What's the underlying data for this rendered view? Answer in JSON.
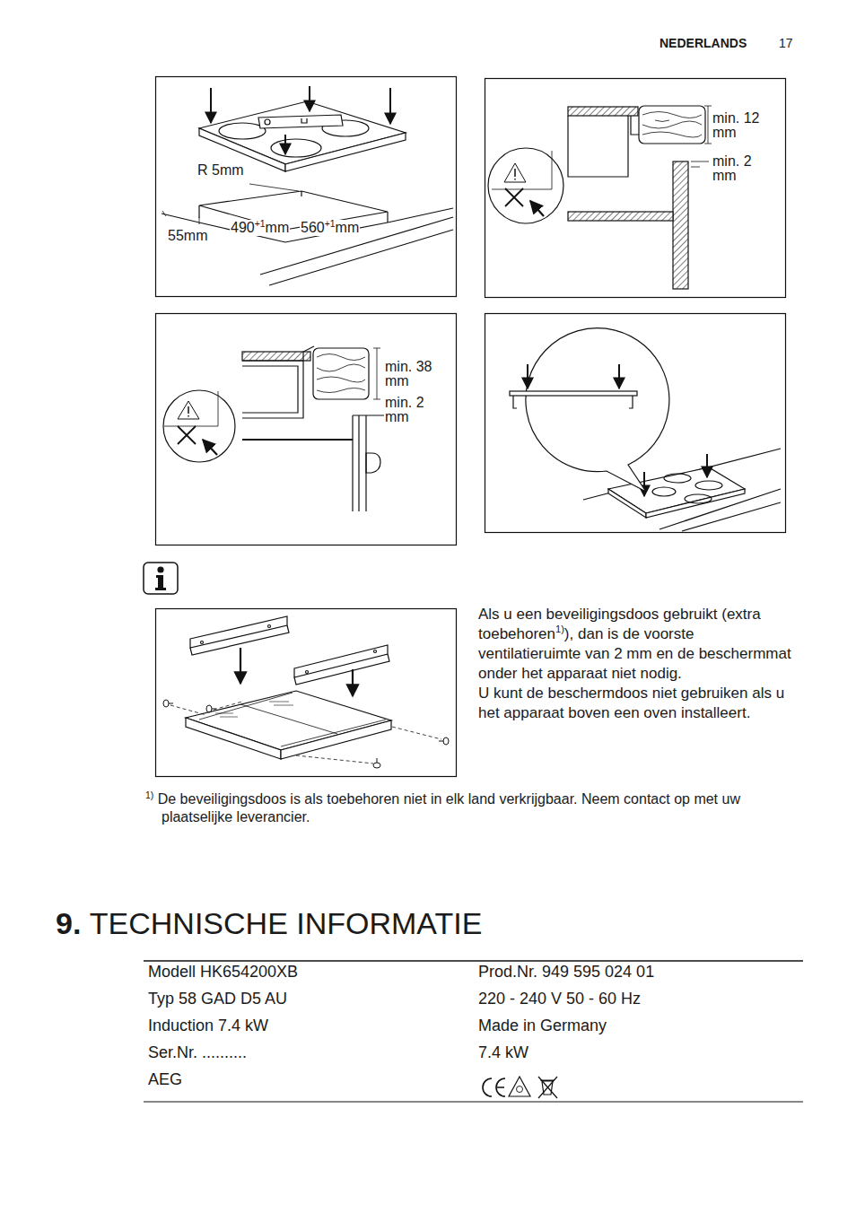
{
  "diagram": {
    "title": "9. TECHNISCHE INFORMATIE",
    "labels": [
      "NEDERLANDS",
      "17",
      "R 5mm",
      "490+1mm",
      "560+1mm",
      "55mm",
      "min. 12 mm",
      "min. 2 mm",
      "min. 38 mm",
      "min. 2 mm",
      "Als u een beveiligingsdoos gebruikt (extra toebehoren1)), dan is de voorste ventilatieruimte van 2 mm en de beschermmat onder het apparaat niet nodig.",
      "U kunt de beschermdoos niet gebruiken als u het apparaat boven een oven installeert.",
      "1) De beveiligingsdoos is als toebehoren niet in elk land verkrijgbaar. Neem contact op met uw plaatselijke leverancier.",
      "Modell HK654200XB",
      "Prod.Nr. 949 595 024 01",
      "Typ 58 GAD D5 AU",
      "220 - 240 V 50 - 60 Hz",
      "Induction 7.4 kW",
      "Made in Germany",
      "Ser.Nr. ..........",
      "7.4 kW",
      "AEG"
    ]
  }
}
